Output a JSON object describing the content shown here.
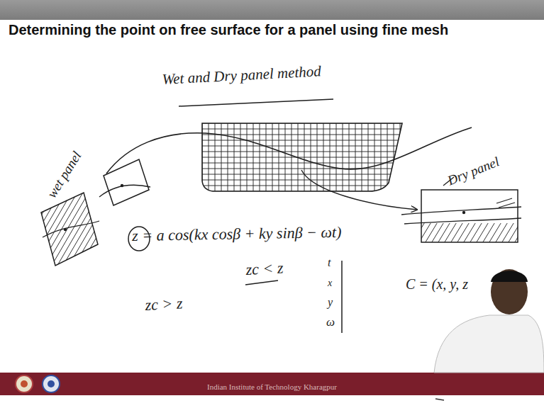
{
  "diagram": {
    "title": "Determining the point on free surface for a panel using fine mesh",
    "labels": [
      "Wet and Dry panel method",
      "wet panel",
      "Dry panel",
      "z = a cos(kx cosβ + ky sinβ − ωt)",
      "zc < z",
      "zc > z",
      "t",
      "x",
      "y",
      "ω",
      "C = (x, y, z",
      "Indian Institute of Technology Kharagpur"
    ]
  }
}
